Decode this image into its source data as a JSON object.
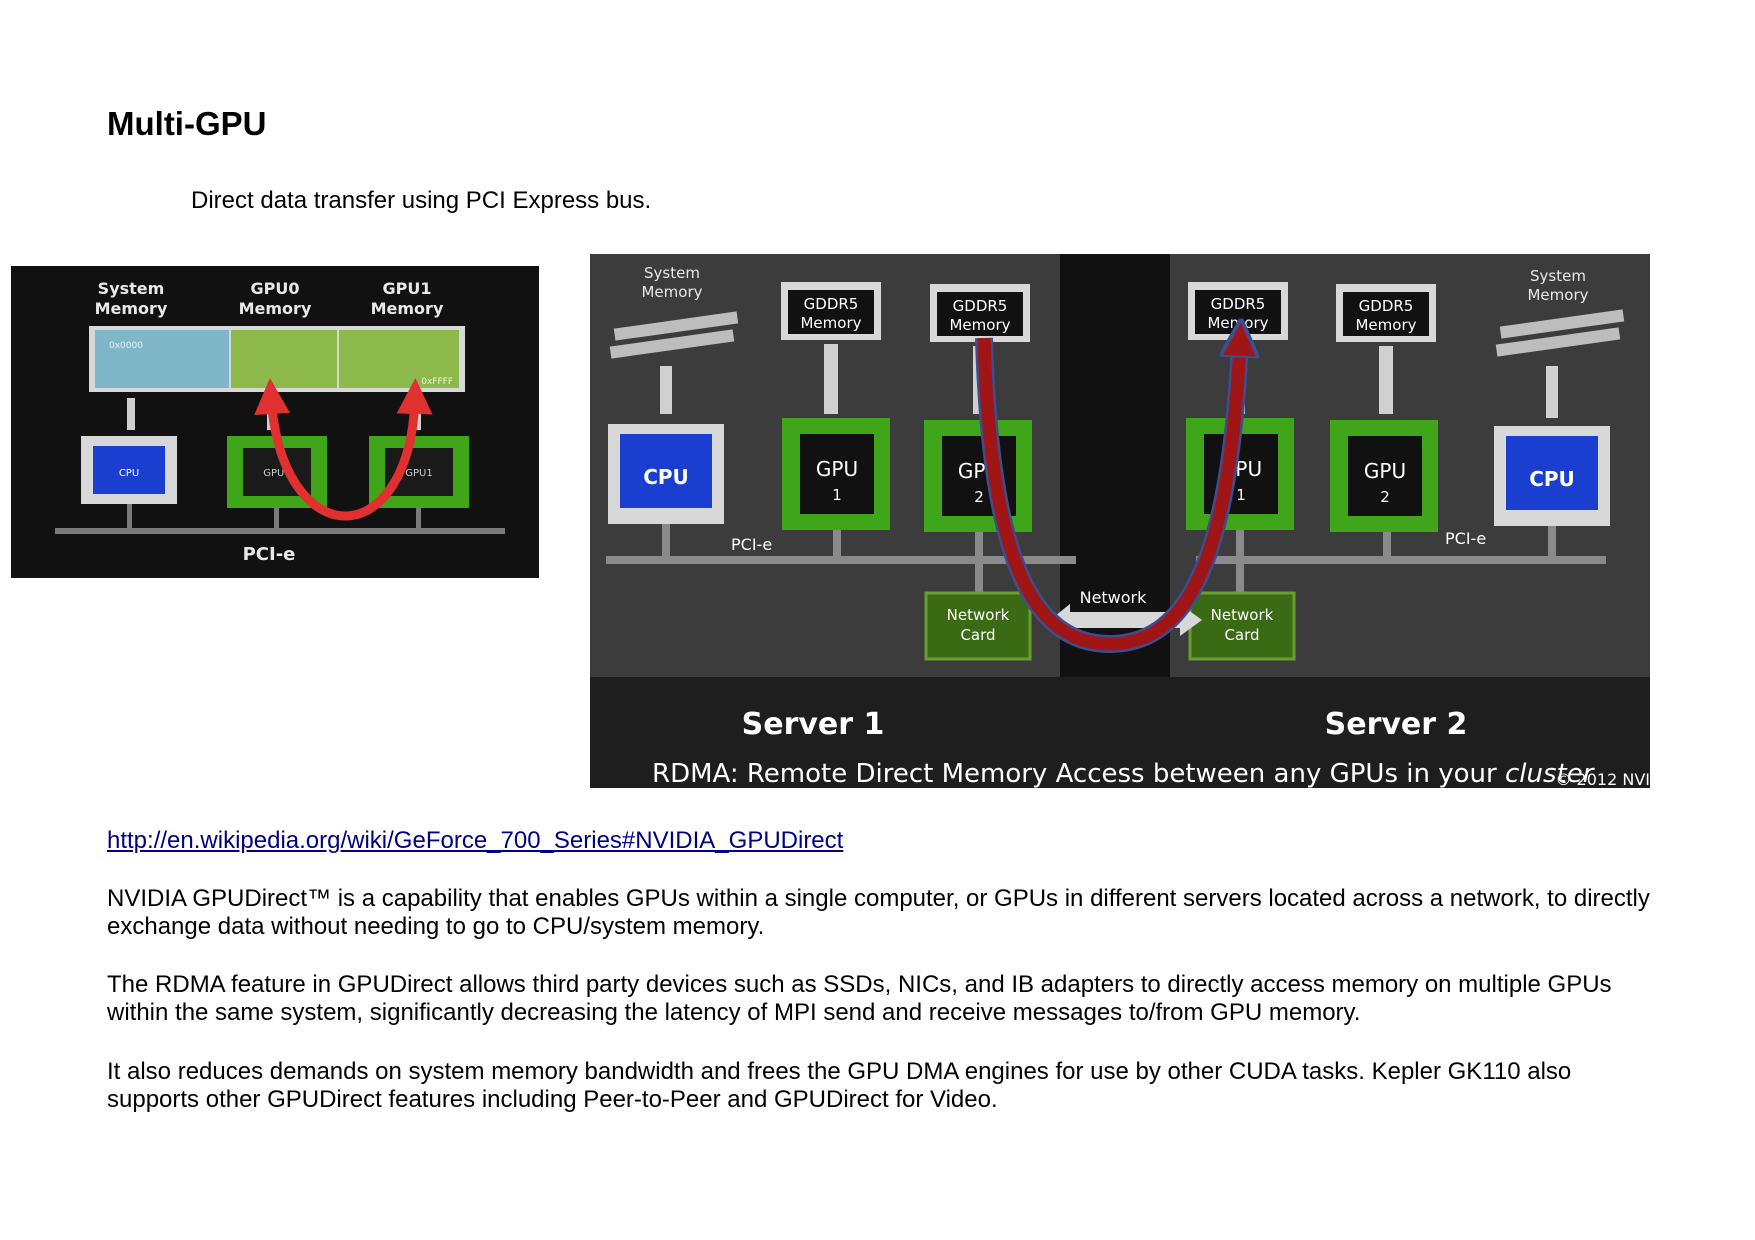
{
  "heading": "Multi-GPU",
  "subheading": "Direct data transfer using PCI Express bus.",
  "figure1": {
    "labels": {
      "system_memory": [
        "System",
        "Memory"
      ],
      "gpu0_memory": [
        "GPU0",
        "Memory"
      ],
      "gpu1_memory": [
        "GPU1",
        "Memory"
      ]
    },
    "addr_start": "0x0000",
    "addr_end": "0xFFFF",
    "cpu": "CPU",
    "gpu0": "GPU0",
    "gpu1": "GPU1",
    "bus": "PCI-e"
  },
  "figure2": {
    "server1": {
      "name": "Server 1",
      "system_memory": [
        "System",
        "Memory"
      ],
      "gddr5_a": [
        "GDDR5",
        "Memory"
      ],
      "gddr5_b": [
        "GDDR5",
        "Memory"
      ],
      "cpu": "CPU",
      "gpu1": [
        "GPU",
        "1"
      ],
      "gpu2": [
        "GPU",
        "2"
      ],
      "bus": "PCI-e",
      "nic": [
        "Network",
        "Card"
      ]
    },
    "server2": {
      "name": "Server 2",
      "system_memory": [
        "System",
        "Memory"
      ],
      "gddr5_a": [
        "GDDR5",
        "Memory"
      ],
      "gddr5_b": [
        "GDDR5",
        "Memory"
      ],
      "cpu": "CPU",
      "gpu1": [
        "GPU",
        "1"
      ],
      "gpu2": [
        "GPU",
        "2"
      ],
      "bus": "PCI-e",
      "nic": [
        "Network",
        "Card"
      ]
    },
    "network": "Network",
    "caption_main": "RDMA: Remote Direct Memory Access between any GPUs in your ",
    "caption_italic": "cluster",
    "copyright": "© 2012 NVI"
  },
  "link_text": "http://en.wikipedia.org/wiki/GeForce_700_Series#NVIDIA_GPUDirect",
  "paragraphs": [
    "NVIDIA GPUDirect™ is a capability that enables GPUs within a single computer, or GPUs in different servers located across a network, to directly exchange data without needing to go to CPU/system memory.",
    "The RDMA feature in GPUDirect allows third party devices such as SSDs, NICs, and IB adapters to directly access memory on multiple GPUs within the same system, significantly decreasing the latency of MPI send and receive messages to/from GPU memory.",
    "It also reduces demands on system memory bandwidth and frees the GPU DMA engines for use by other CUDA tasks. Kepler GK110 also supports other GPUDirect features including Peer-to-Peer and GPUDirect for Video."
  ],
  "colors": {
    "gpu_green": "#3fa61a",
    "cpu_blue": "#1a3fd0",
    "arrow_red": "#a01515",
    "link": "#000080"
  }
}
